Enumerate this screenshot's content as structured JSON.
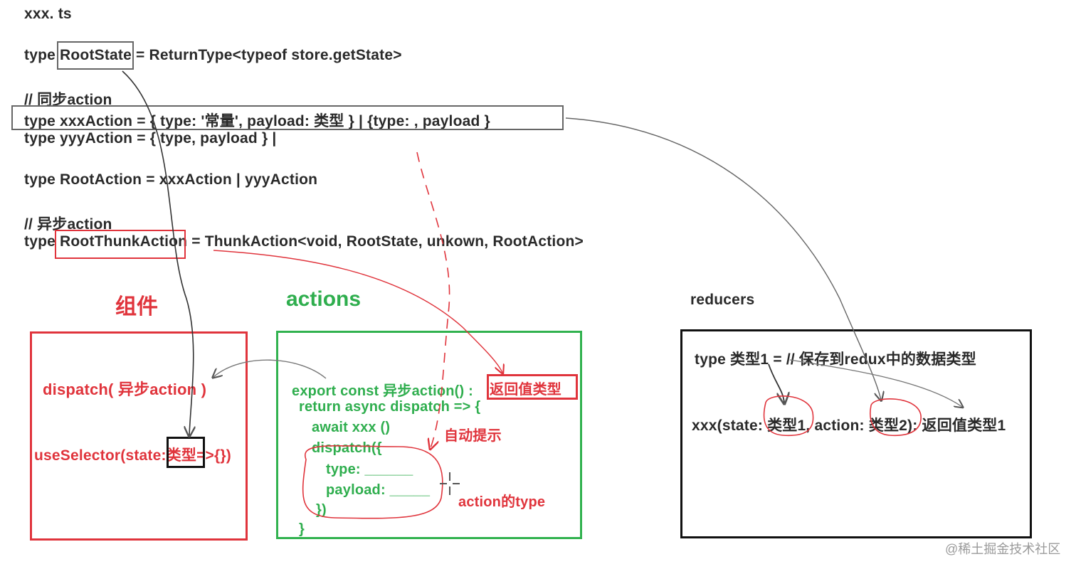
{
  "file": {
    "name": "xxx. ts"
  },
  "code": {
    "root_state": {
      "kw": "type",
      "name": "RootState",
      "rest": "= ReturnType<typeof store.getState>"
    },
    "sync_comment": "// 同步action",
    "xxx_action": "type xxxAction = { type: '常量', payload: 类型  }    |    {type: ,  payload }",
    "yyy_action": "type yyyAction = { type, payload } |",
    "root_action": "type RootAction = xxxAction | yyyAction",
    "async_comment": "// 异步action",
    "root_thunk": {
      "kw": "type",
      "name": "RootThunkAction",
      "rest": "= ThunkAction<void, RootState, unkown, RootAction>"
    }
  },
  "component": {
    "title": "组件",
    "dispatch": "dispatch(  异步action )",
    "selector_pre": "useSelector(state:",
    "selector_type": "类型",
    "selector_post": "=>{})"
  },
  "actions": {
    "title": "actions",
    "line1": "export const 异步action() :",
    "return_type": "返回值类型",
    "line2": "return async dispatch => {",
    "line3": "await xxx ()",
    "line4": "dispatch({",
    "line5": "type: ______",
    "line6": "payload: _____",
    "line7": "})",
    "line8": "}",
    "hint": "自动提示",
    "action_type": "action的type"
  },
  "reducers": {
    "title": "reducers",
    "line1": "type 类型1 = // 保存到redux中的数据类型",
    "line2_pre": "xxx(state:",
    "type1": "类型1,",
    "line2_mid": "action:",
    "type2": "类型2):",
    "line2_post": "返回值类型1"
  },
  "watermark": "@稀土掘金技术社区",
  "colors": {
    "red": "#e0343c",
    "green": "#2fae4e",
    "black": "#111111",
    "grey": "#888888"
  }
}
